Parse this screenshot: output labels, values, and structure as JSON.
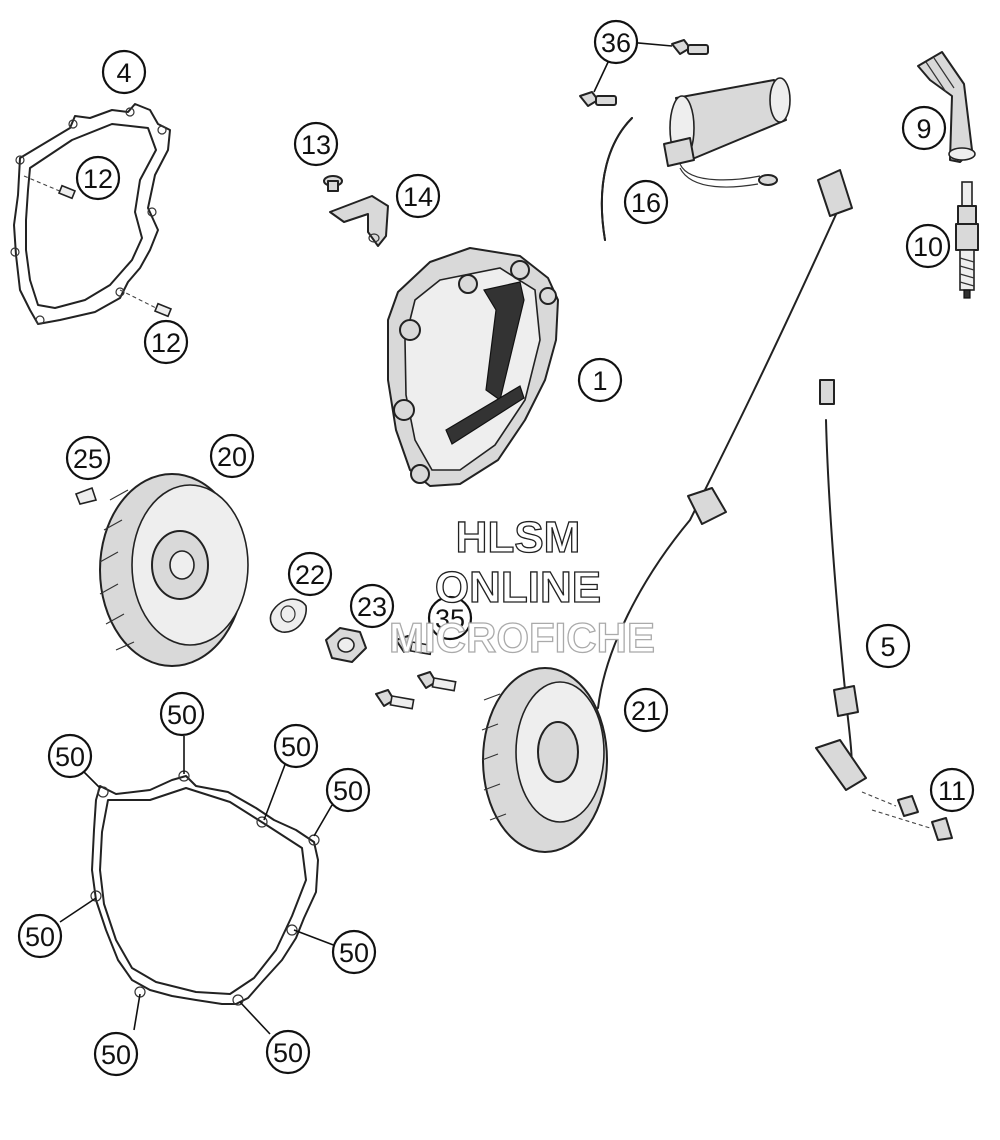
{
  "callouts": [
    {
      "label": "1"
    },
    {
      "label": "4"
    },
    {
      "label": "5"
    },
    {
      "label": "9"
    },
    {
      "label": "10"
    },
    {
      "label": "11"
    },
    {
      "label": "12"
    },
    {
      "label": "12"
    },
    {
      "label": "13"
    },
    {
      "label": "14"
    },
    {
      "label": "16"
    },
    {
      "label": "20"
    },
    {
      "label": "21"
    },
    {
      "label": "22"
    },
    {
      "label": "23"
    },
    {
      "label": "25"
    },
    {
      "label": "35"
    },
    {
      "label": "36"
    },
    {
      "label": "50"
    },
    {
      "label": "50"
    },
    {
      "label": "50"
    },
    {
      "label": "50"
    },
    {
      "label": "50"
    },
    {
      "label": "50"
    },
    {
      "label": "50"
    },
    {
      "label": "50"
    }
  ],
  "watermark": {
    "line1": "HLSM",
    "line2": "ONLINE",
    "line3": "MICROFICHE"
  },
  "colors": {
    "line": "#222222",
    "fill": "#d9d9d9",
    "background": "#ffffff"
  }
}
